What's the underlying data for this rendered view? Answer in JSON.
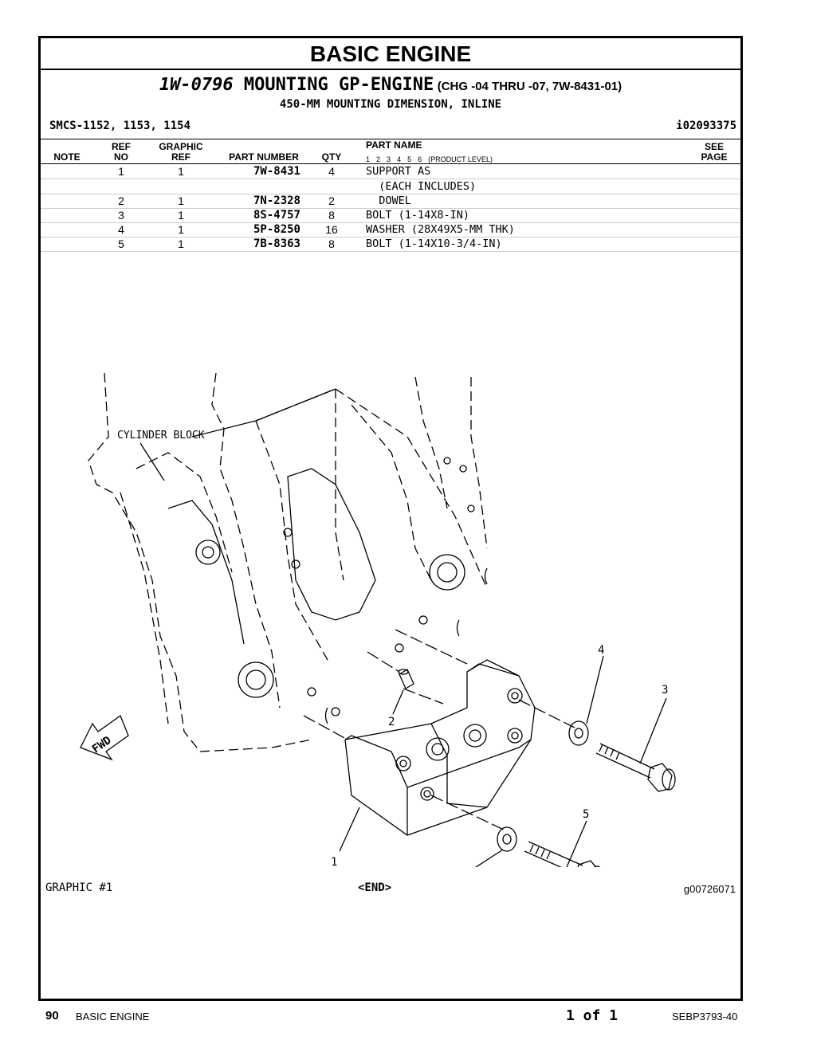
{
  "header": {
    "title": "BASIC ENGINE",
    "group_number": "1W-0796",
    "group_name": "MOUNTING GP-ENGINE",
    "change": "(CHG -04 THRU -07, 7W-8431-01)",
    "description": "450-MM MOUNTING DIMENSION, INLINE",
    "smcs": "SMCS-1152, 1153, 1154",
    "info_id": "i02093375"
  },
  "table": {
    "columns": {
      "note": "NOTE",
      "ref_top": "REF",
      "ref_bottom": "NO",
      "graphic_top": "GRAPHIC",
      "graphic_bottom": "REF",
      "part_number": "PART NUMBER",
      "qty": "QTY",
      "part_name": "PART NAME",
      "see_top": "SEE",
      "see_bottom": "PAGE"
    },
    "product_levels": [
      "1",
      "2",
      "3",
      "4",
      "5",
      "6"
    ],
    "product_level_label": "(PRODUCT LEVEL)",
    "rows": [
      {
        "ref": "1",
        "graphic": "1",
        "part_number": "7W-8431",
        "qty": "4",
        "name": "SUPPORT AS"
      },
      {
        "ref": "",
        "graphic": "",
        "part_number": "",
        "qty": "",
        "name": "  (EACH INCLUDES)"
      },
      {
        "ref": "2",
        "graphic": "1",
        "part_number": "7N-2328",
        "qty": "2",
        "name": "  DOWEL"
      },
      {
        "ref": "3",
        "graphic": "1",
        "part_number": "8S-4757",
        "qty": "8",
        "name": "BOLT (1-14X8-IN)"
      },
      {
        "ref": "4",
        "graphic": "1",
        "part_number": "5P-8250",
        "qty": "16",
        "name": "WASHER (28X49X5-MM THK)"
      },
      {
        "ref": "5",
        "graphic": "1",
        "part_number": "7B-8363",
        "qty": "8",
        "name": "BOLT (1-14X10-3/4-IN)"
      }
    ]
  },
  "graphic": {
    "cylinder_block_label": "CYLINDER BLOCK",
    "fwd_label": "FWD",
    "callouts": [
      "1",
      "2",
      "3",
      "4",
      "4",
      "5"
    ],
    "label": "GRAPHIC #1",
    "end": "<END>",
    "graphic_id": "g00726071"
  },
  "footer": {
    "page_number": "90",
    "section": "BASIC ENGINE",
    "page_of": "1 of 1",
    "document": "SEBP3793-40"
  }
}
